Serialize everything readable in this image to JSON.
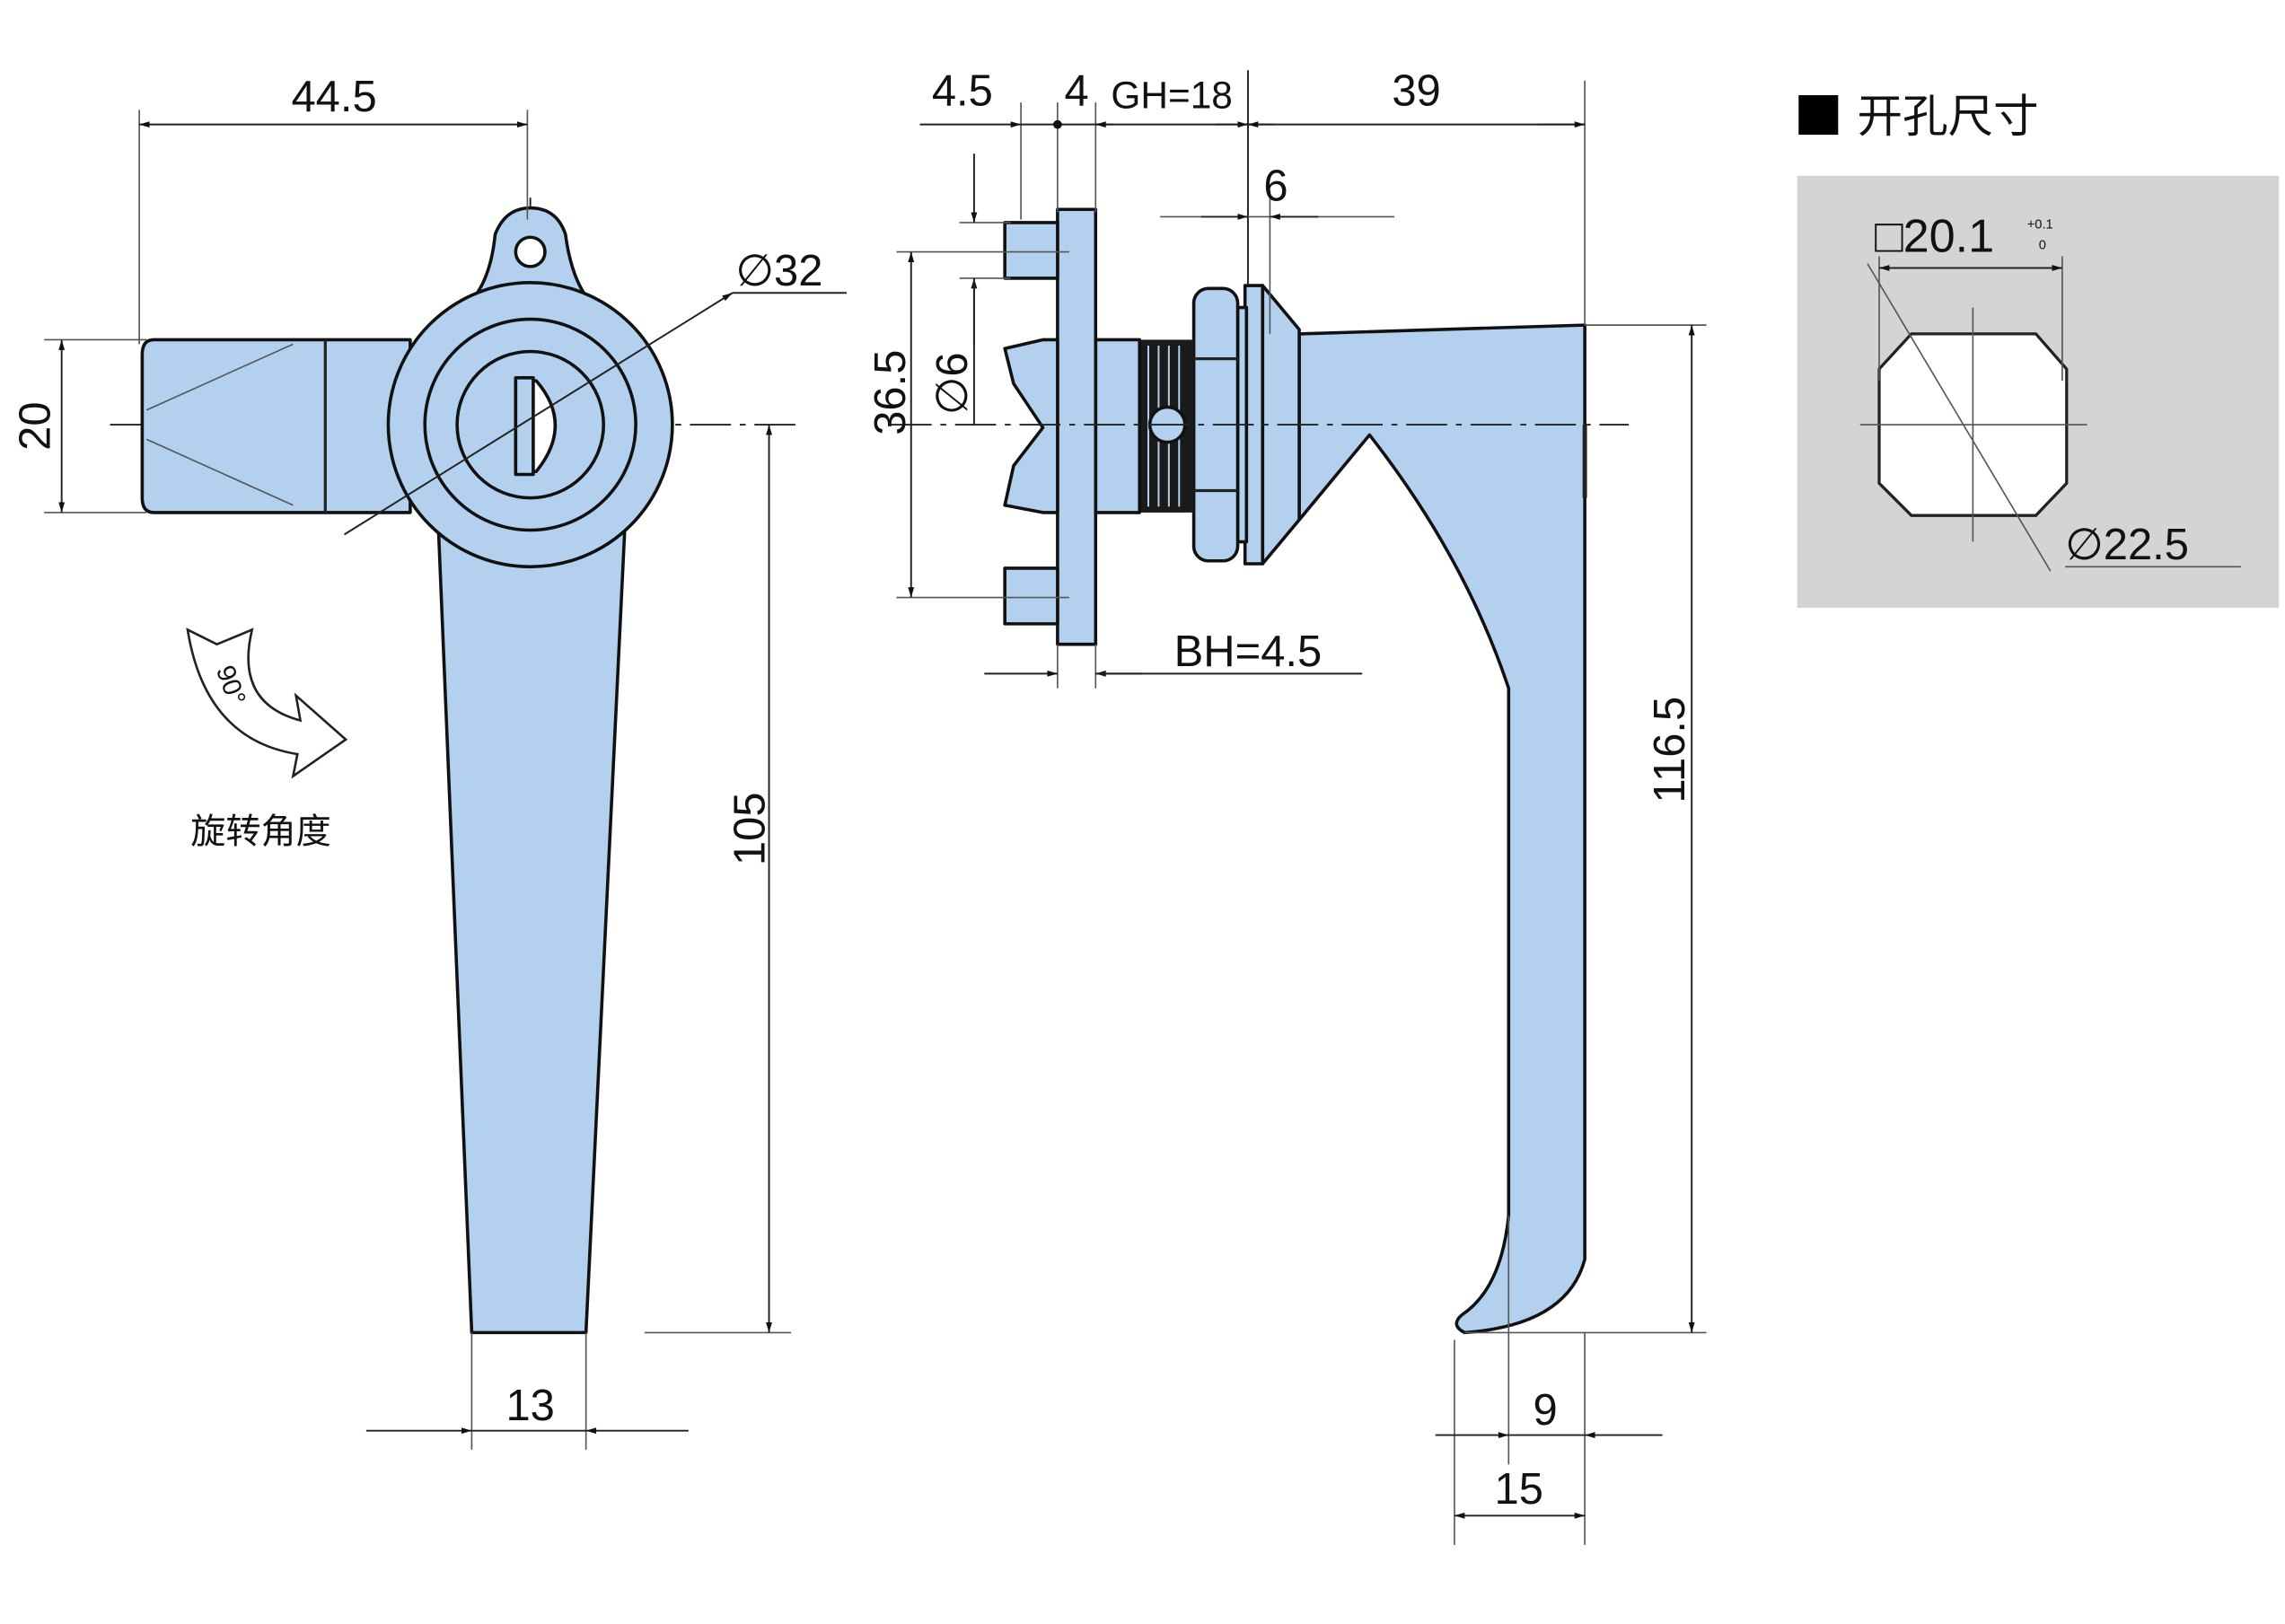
{
  "front_view": {
    "dims": {
      "width_44_5": "44.5",
      "height_20": "20",
      "dia_32": "∅32",
      "length_105": "105",
      "width_13": "13"
    },
    "rotation_angle": "90°",
    "rotation_label": "旋转角度"
  },
  "side_view": {
    "dims": {
      "d_4_5": "4.5",
      "d_4": "4",
      "gh": "GH=18",
      "d_39": "39",
      "d_6": "6",
      "d_36_5": "36.5",
      "dia_6": "∅6",
      "bh": "BH=4.5",
      "d_116_5": "116.5",
      "d_9": "9",
      "d_15": "15"
    }
  },
  "cutout": {
    "title": "开孔尺寸",
    "square_size": "□20.1",
    "tol_upper": "+0.1",
    "tol_lower": "0",
    "diameter": "∅22.5"
  },
  "colors": {
    "part_fill": "#b3d1ef",
    "cutout_bg": "#d4d4d4"
  }
}
